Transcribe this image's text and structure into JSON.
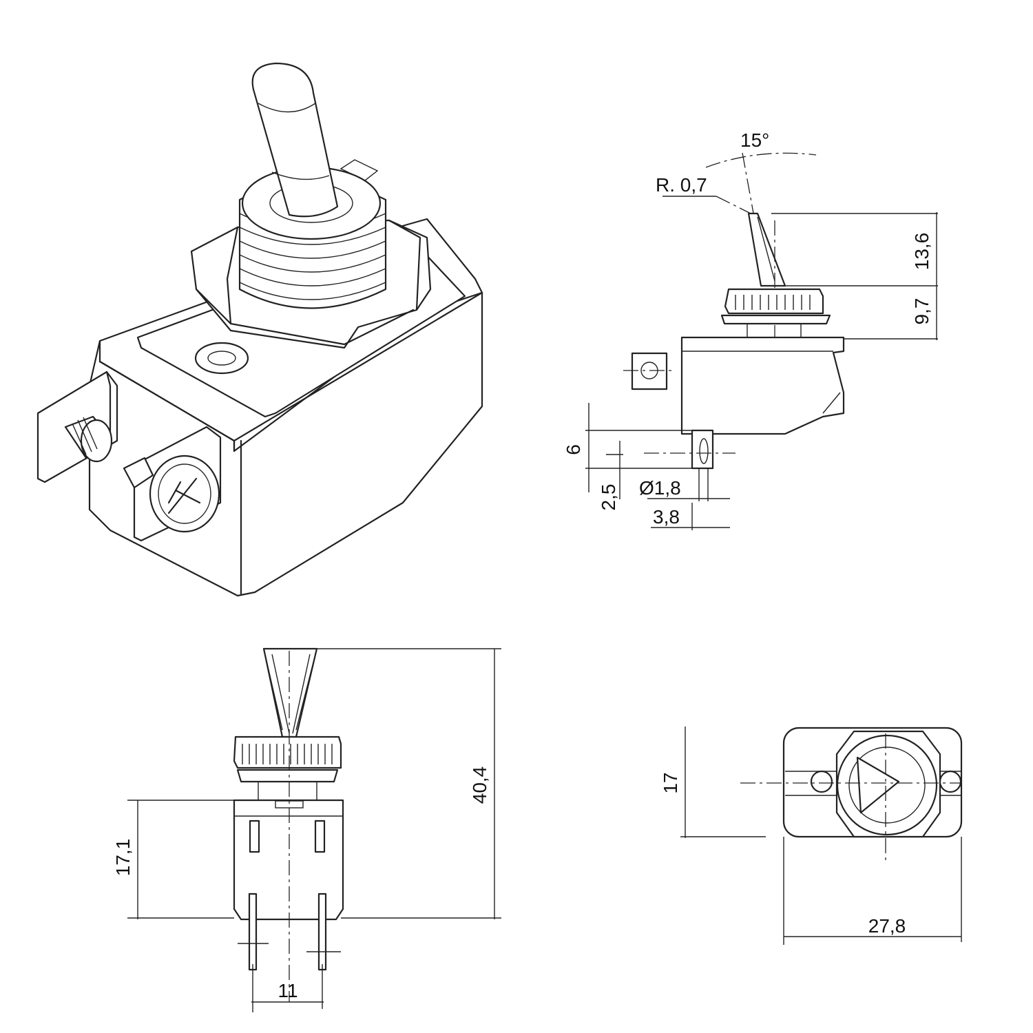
{
  "colors": {
    "line": "#222222",
    "background": "#ffffff"
  },
  "side_view": {
    "angle_label": "15°",
    "radius_label": "R. 0,7",
    "dim_lever_height": "13,6",
    "dim_bushing_height": "9,7",
    "dim_terminal_length": "6",
    "dim_terminal_offset": "2,5",
    "dim_terminal_hole": "Ø1,8",
    "dim_terminal_width": "3,8"
  },
  "front_view": {
    "dim_total_height": "40,4",
    "dim_body_height": "17,1",
    "dim_terminal_spacing": "11"
  },
  "top_view": {
    "dim_depth": "17",
    "dim_width": "27,8"
  }
}
